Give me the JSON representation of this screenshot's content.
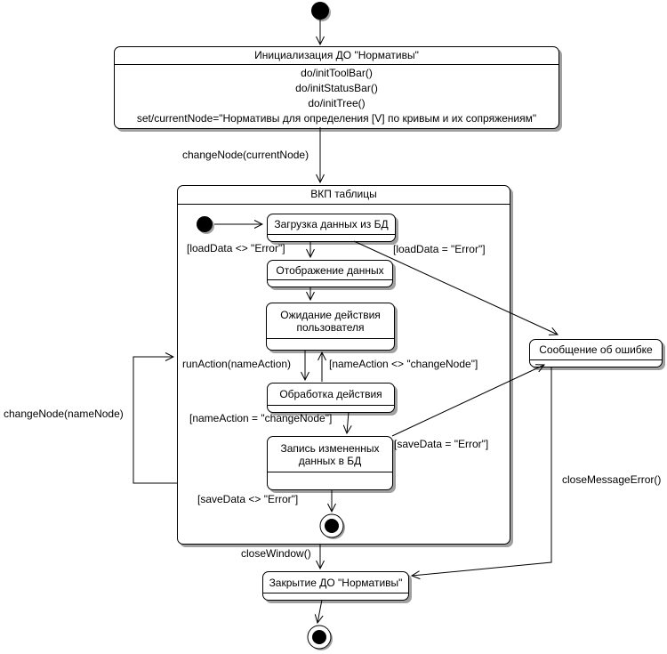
{
  "diagram": {
    "kind": "uml-state-diagram",
    "states": {
      "init": {
        "name": "Инициализация ДО \"Нормативы\"",
        "actions": [
          "do/initToolBar()",
          "do/initStatusBar()",
          "do/initTree()",
          "set/currentNode=\"Нормативы для определения [V] по кривым и их сопряжениям\""
        ]
      },
      "vkp": {
        "name": "ВКП таблицы"
      },
      "load": {
        "name": "Загрузка данных из БД"
      },
      "display": {
        "name": "Отображение данных"
      },
      "wait": {
        "name": "Ожидание действия пользователя"
      },
      "process": {
        "name": "Обработка действия"
      },
      "save": {
        "name": "Запись измененных данных в БД"
      },
      "error": {
        "name": "Сообщение об ошибке"
      },
      "close": {
        "name": "Закрытие ДО \"Нормативы\""
      }
    },
    "transitions": {
      "change_node_current": "changeNode(currentNode)",
      "load_ok": "[loadData <> \"Error\"]",
      "load_err": "[loadData = \"Error\"]",
      "run_action": "runAction(nameAction)",
      "name_action_ne": "[nameAction <> \"changeNode\"]",
      "name_action_eq": "[nameAction = \"changeNode\"]",
      "save_err": "[saveData = \"Error\"]",
      "save_ok": "[saveData <> \"Error\"]",
      "change_node_name": "changeNode(nameNode)",
      "close_window": "closeWindow()",
      "close_message_error": "closeMessageError()"
    },
    "colors": {
      "line": "#000000",
      "background": "#ffffff",
      "shadow": "#a0a0a0"
    }
  }
}
